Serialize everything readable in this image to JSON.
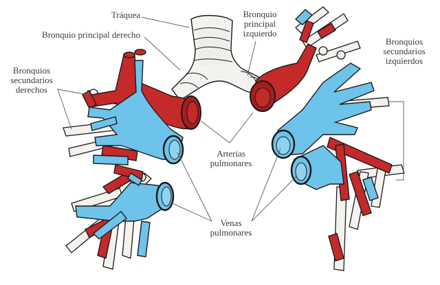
{
  "title": "Diagrama de bronquios y vasos pulmonares",
  "colors": {
    "artery": "#c42a2a",
    "artery_dark": "#8e1616",
    "vein": "#6ec3ea",
    "vein_dark": "#3b8fbf",
    "bronchus": "#f4f2ee",
    "outline": "#1a1a1a",
    "leader": "#5a5a5a",
    "text": "#3a3a3a"
  },
  "labels": {
    "trachea": [
      "Tráquea"
    ],
    "right_main_bronchus": [
      "Bronquio principal derecho"
    ],
    "left_main_bronchus": [
      "Bronquio",
      "principal",
      "izquierdo"
    ],
    "right_secondary_bronchi": [
      "Bronquios",
      "secundarios",
      "derechos"
    ],
    "left_secondary_bronchi": [
      "Bronquios",
      "secundarios",
      "izquierdos"
    ],
    "pulmonary_arteries": [
      "Arterias",
      "pulmonares"
    ],
    "pulmonary_veins": [
      "Venas",
      "pulmonares"
    ]
  },
  "legend_structures": [
    {
      "name": "Arterias pulmonares",
      "color_key": "artery"
    },
    {
      "name": "Venas pulmonares",
      "color_key": "vein"
    },
    {
      "name": "Bronquios",
      "color_key": "bronchus"
    }
  ]
}
